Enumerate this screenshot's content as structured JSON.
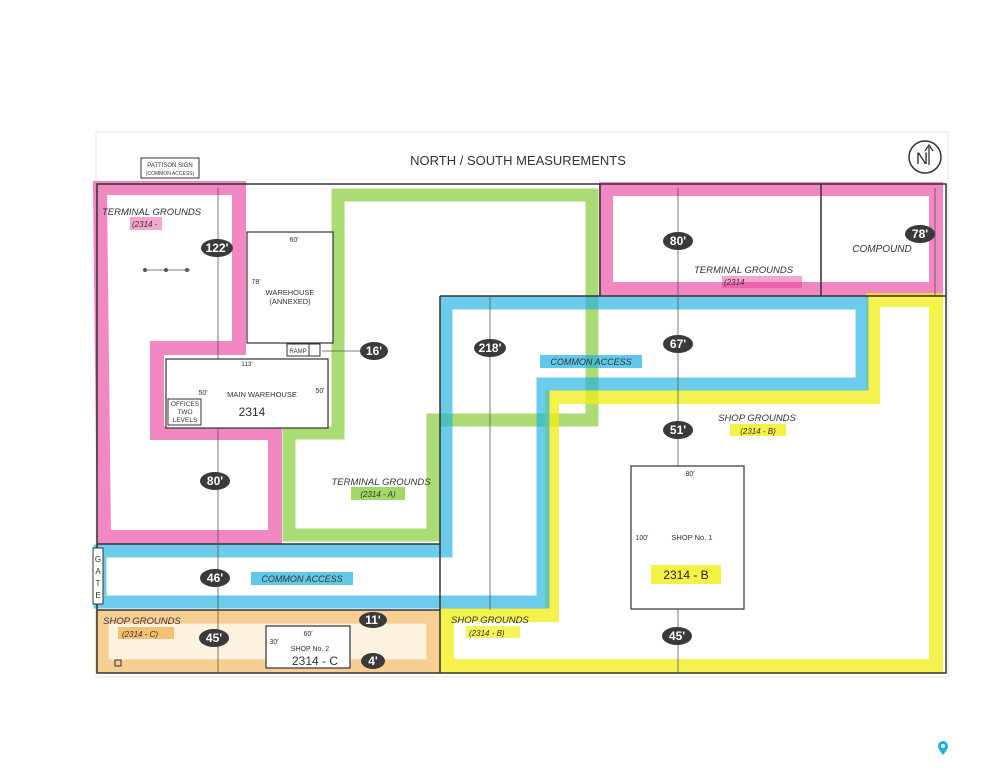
{
  "title": "NORTH / SOUTH MEASUREMENTS",
  "north_symbol": "N",
  "pattison_sign": {
    "line1": "PATTISON SIGN",
    "line2": "(COMMON ACCESS)"
  },
  "gate_letters": [
    "G",
    "A",
    "T",
    "E"
  ],
  "terminal_grounds_nw": {
    "name": "TERMINAL GROUNDS",
    "code": "(2314 -"
  },
  "terminal_grounds_ne": {
    "name": "TERMINAL GROUNDS",
    "code": "(2314"
  },
  "terminal_grounds_a": {
    "name": "TERMINAL GROUNDS",
    "code": "(2314 - A)"
  },
  "compound": "COMPOUND",
  "warehouse_annexed": {
    "line1": "WAREHOUSE",
    "line2": "(ANNEXED)",
    "width": "60'",
    "depth": "78'"
  },
  "ramp": "RAMP",
  "main_warehouse": {
    "name": "MAIN WAREHOUSE",
    "code": "2314",
    "width": "113'",
    "left_depth": "50'",
    "right_depth": "50'"
  },
  "offices": {
    "line1": "OFFICES",
    "line2": "TWO",
    "line3": "LEVELS"
  },
  "common_access_upper": "COMMON ACCESS",
  "common_access_lower": "COMMON ACCESS",
  "shop_grounds_b_upper": {
    "name": "SHOP GROUNDS",
    "code": "(2314 - B)"
  },
  "shop_grounds_b_lower": {
    "name": "SHOP GROUNDS",
    "code": "(2314 - B)"
  },
  "shop_grounds_c": {
    "name": "SHOP GROUNDS",
    "code": "(2314 - C)"
  },
  "shop1": {
    "name": "SHOP No. 1",
    "code": "2314 - B",
    "width": "80'",
    "depth": "100'"
  },
  "shop2": {
    "name": "SHOP No. 2",
    "code": "2314 - C",
    "width": "60'",
    "depth": "30'"
  },
  "measurements": {
    "m122": "122'",
    "m16": "16'",
    "m218": "218'",
    "m80a": "80'",
    "m78": "78'",
    "m67": "67'",
    "m51": "51'",
    "m80b": "80'",
    "m46": "46'",
    "m45a": "45'",
    "m45b": "45'",
    "m11": "11'",
    "m4": "4'"
  },
  "colors": {
    "pink": "#e7389a",
    "green": "#7cc72a",
    "blue": "#1fb1e0",
    "yellow": "#f2ee16",
    "orange": "#f0a028",
    "badge": "#3a3a3a"
  }
}
